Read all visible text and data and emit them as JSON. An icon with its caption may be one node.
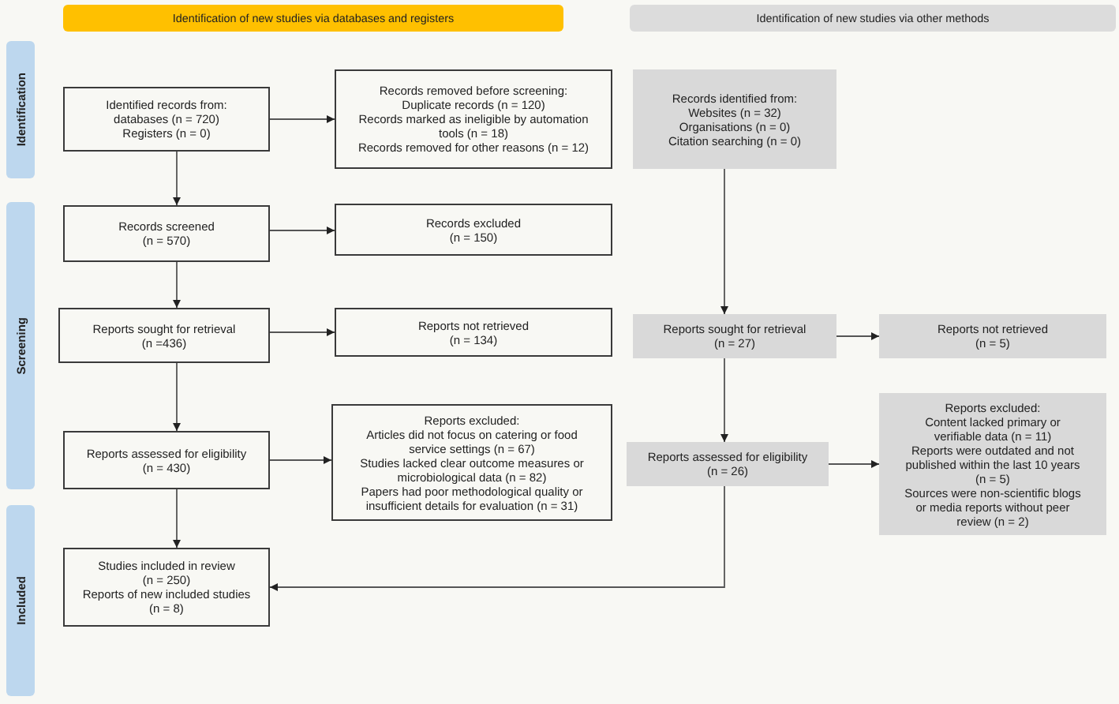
{
  "diagram": {
    "nodes": [
      {
        "text": [
          "Identification of new studies via databases and registers"
        ]
      },
      {
        "text": [
          "Identification of new studies via other methods"
        ]
      },
      {
        "text": [
          "Identification"
        ]
      },
      {
        "text": [
          "Identified records from:",
          "databases (n = 720)",
          "Registers (n = 0)"
        ]
      },
      {
        "text": [
          "Records removed before screening:",
          "Duplicate records (n = 120)",
          "Records marked as ineligible by automation tools (n = 18)",
          "Records removed for other reasons (n = 12)"
        ]
      },
      {
        "text": [
          "Records identified from:",
          "Websites (n = 32)",
          "Organisations (n = 0)",
          "Citation searching (n = 0)"
        ]
      },
      {
        "text": [
          "Screening"
        ]
      },
      {
        "text": [
          "Records screened (n = 570)"
        ]
      },
      {
        "text": [
          "Records excluded (n = 150)"
        ]
      },
      {
        "text": [
          "Reports sought for retrieval (n =436)"
        ]
      },
      {
        "text": [
          "Reports not retrieved (n = 134)"
        ]
      },
      {
        "text": [
          "Reports sought for retrieval (n = 27)"
        ]
      },
      {
        "text": [
          "Reports not retrieved (n = 5)"
        ]
      },
      {
        "text": [
          "Reports assessed for eligibility (n = 430)"
        ]
      },
      {
        "text": [
          "Reports excluded:",
          "Articles did not focus on catering or food service settings (n = 67)",
          "Studies lacked clear outcome measures or microbiological data (n = 82)",
          "Papers had poor methodological quality or insufficient details for evaluation (n = 31)"
        ]
      },
      {
        "text": [
          "Reports assessed for eligibility (n = 26)"
        ]
      },
      {
        "text": [
          "Reports excluded:",
          "Content lacked primary or verifiable data (n = 11)",
          "Reports were outdated and not published within the last 10 years (n = 5)",
          "Sources were non-scientific blogs or media reports without peer review (n = 2)"
        ]
      },
      {
        "text": [
          "Included"
        ]
      },
      {
        "text": [
          "Studies included in review (n = 250)",
          "Reports of new included studies (n = 8)"
        ]
      }
    ],
    "edges": [
      {
        "from": 3,
        "to": 4,
        "arrow": "to"
      },
      {
        "from": 3,
        "to": 7,
        "arrow": "to"
      },
      {
        "from": 7,
        "to": 8,
        "arrow": "to"
      },
      {
        "from": 7,
        "to": 9,
        "arrow": "to"
      },
      {
        "from": 9,
        "to": 10,
        "arrow": "to"
      },
      {
        "from": 9,
        "to": 13,
        "arrow": "to"
      },
      {
        "from": 13,
        "to": 14,
        "arrow": "to"
      },
      {
        "from": 13,
        "to": 18,
        "arrow": "to"
      },
      {
        "from": 5,
        "to": 11,
        "arrow": "to"
      },
      {
        "from": 11,
        "to": 12,
        "arrow": "to"
      },
      {
        "from": 11,
        "to": 15,
        "arrow": "to"
      },
      {
        "from": 15,
        "to": 16,
        "arrow": "to"
      },
      {
        "from": 15,
        "to": 18,
        "arrow": "to"
      }
    ]
  }
}
